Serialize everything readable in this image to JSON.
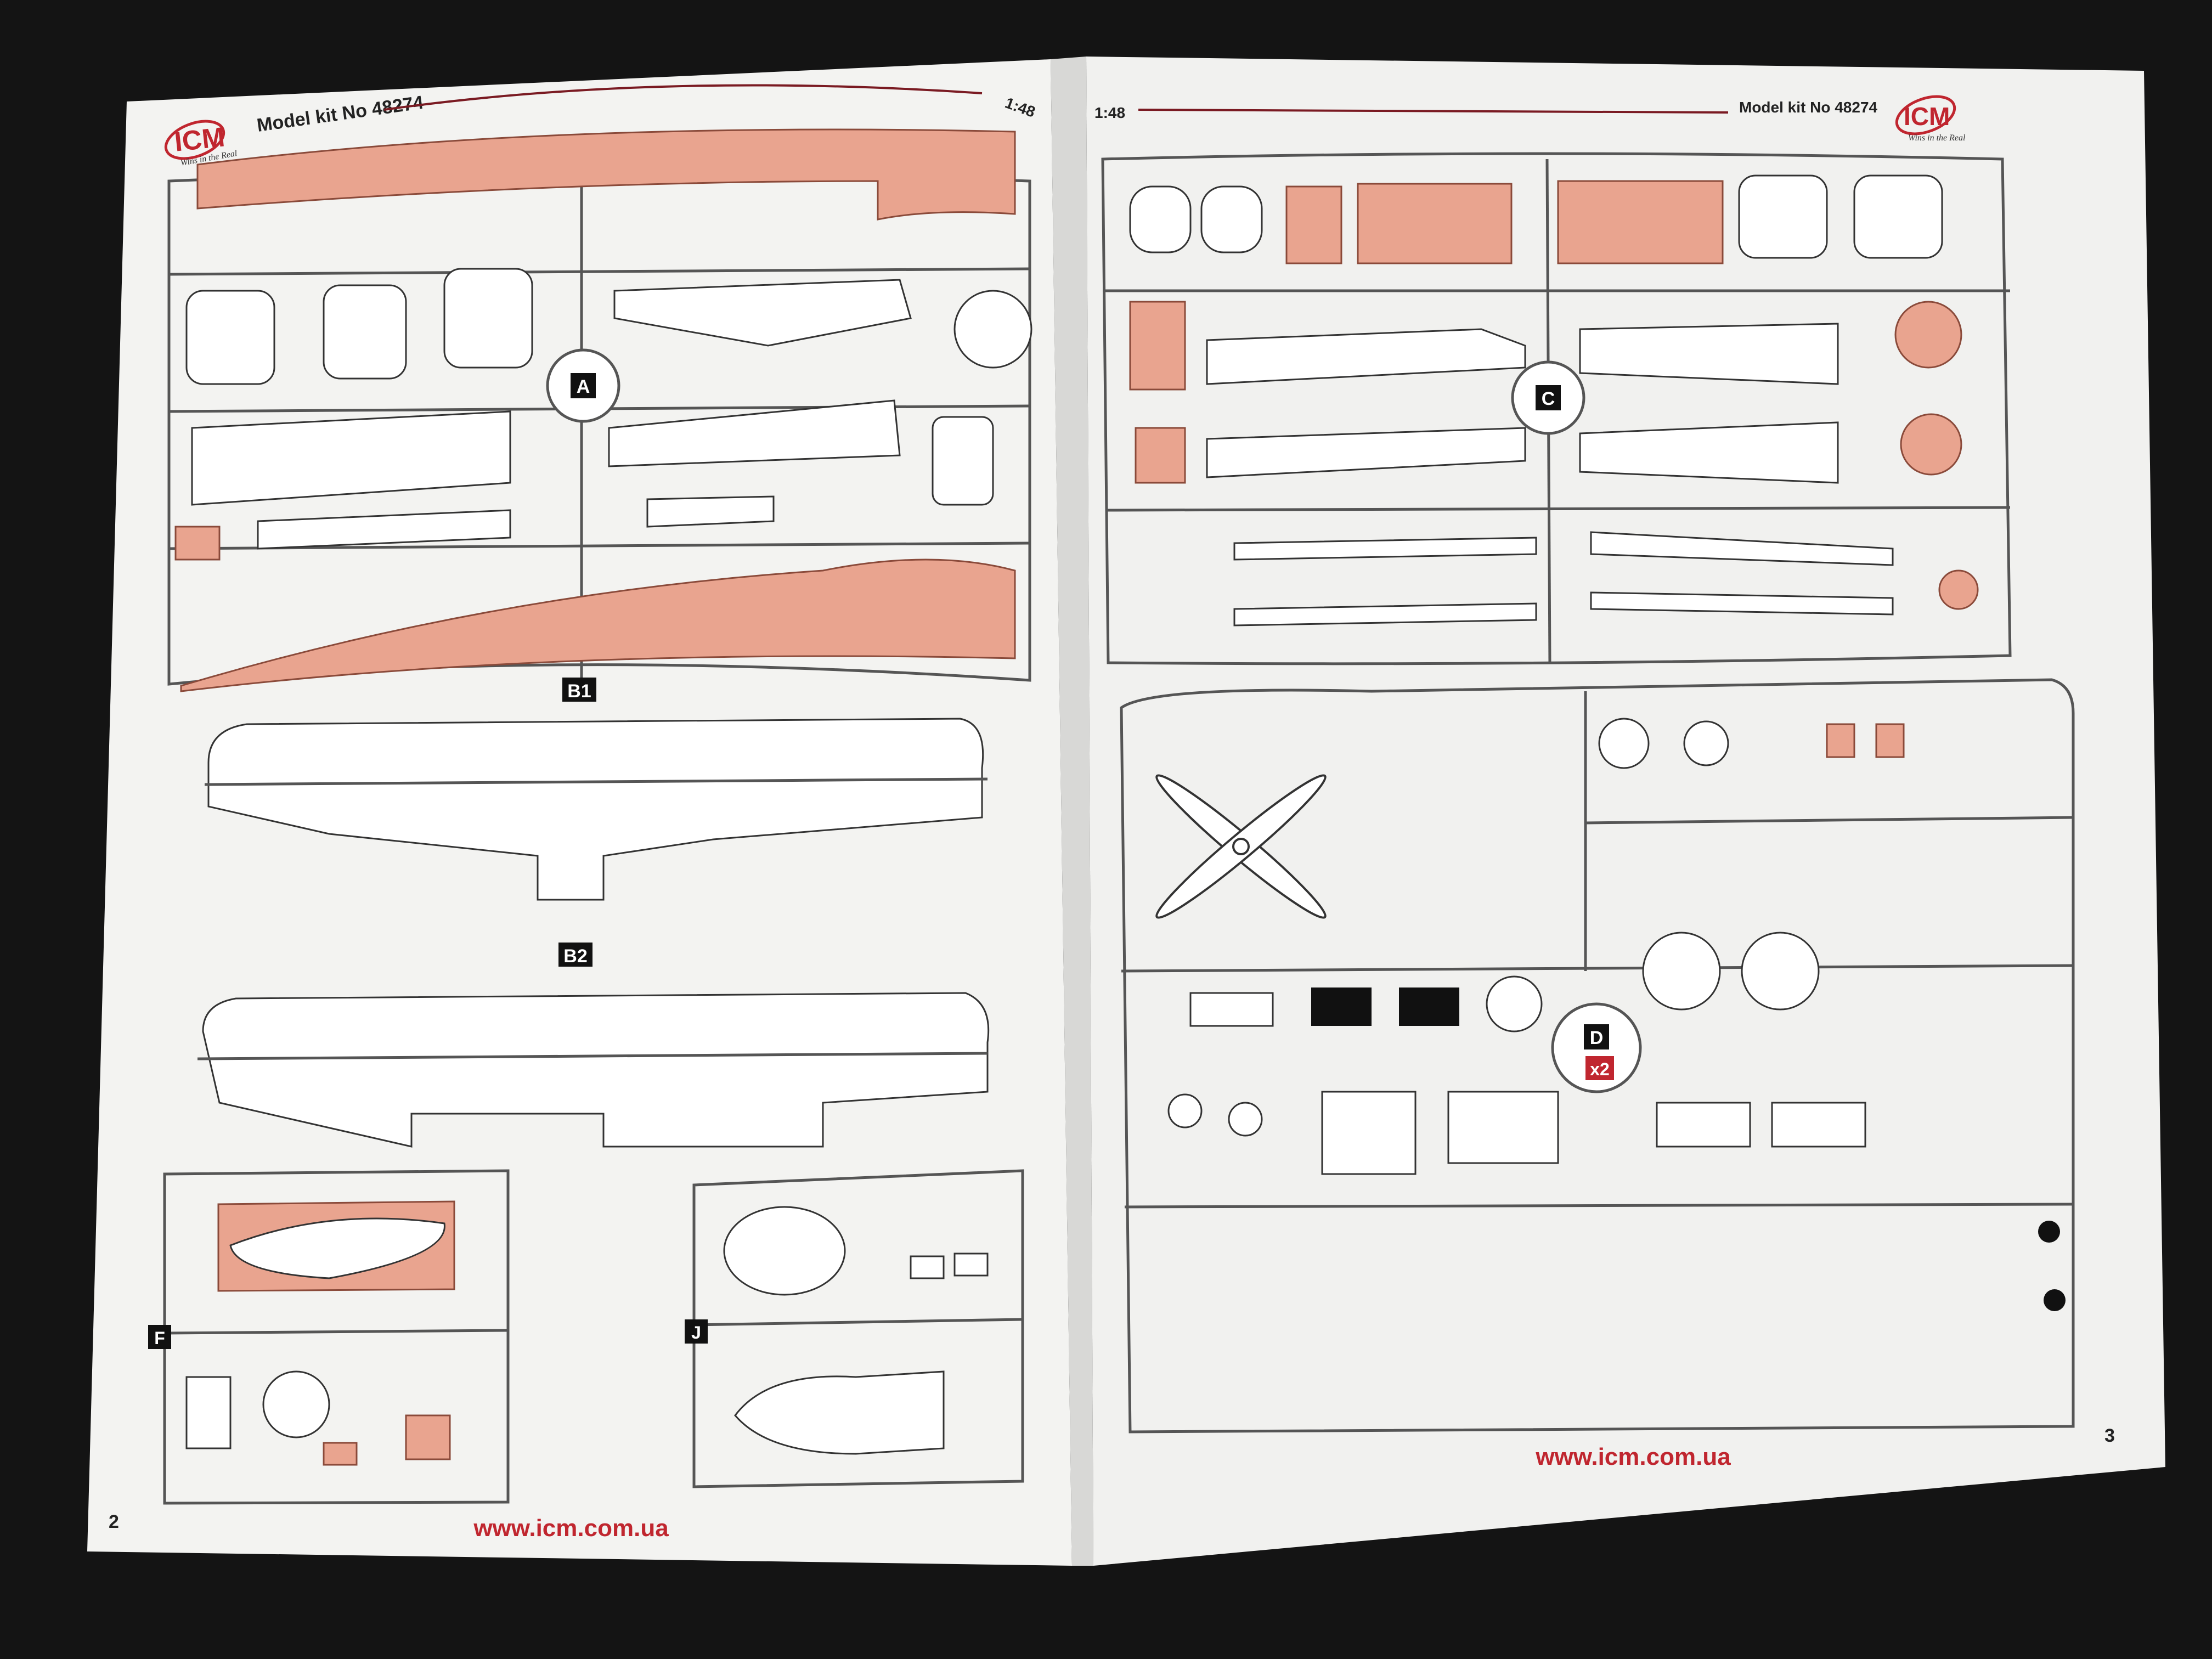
{
  "left_page": {
    "kit_label": "Model kit No 48274",
    "scale": "1:48",
    "brand": "ICM",
    "brand_tagline": "Wins in the Real",
    "sprues": {
      "a": "A",
      "b1": "B1",
      "b2": "B2",
      "f": "F",
      "j": "J"
    },
    "page_number": "2",
    "website": "www.icm.com.ua"
  },
  "right_page": {
    "kit_label": "Model kit No 48274",
    "scale": "1:48",
    "brand": "ICM",
    "brand_tagline": "Wins in the Real",
    "sprues": {
      "c": "C",
      "d": "D",
      "d_count": "x2"
    },
    "page_number": "3",
    "website": "www.icm.com.ua"
  },
  "colors": {
    "background": "#141414",
    "paper": "#f4f4f2",
    "clear_parts": "#e9a48f",
    "brand_red": "#c0262f"
  }
}
